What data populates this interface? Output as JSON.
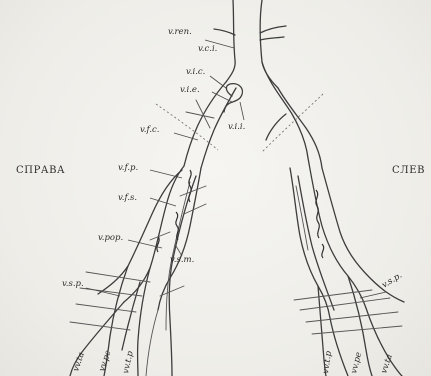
{
  "sides": {
    "right": "СПРАВА",
    "left": "СЛЕВ"
  },
  "labels": {
    "v_ren": "v.ren.",
    "v_c_i": "v.c.i.",
    "v_i_c": "v.i.c.",
    "v_i_e": "v.i.e.",
    "v_i_i": "v.i.i.",
    "v_f_c": "v.f.c.",
    "v_f_p": "v.f.p.",
    "v_f_s": "v.f.s.",
    "v_pop": "v.pop.",
    "v_s_m": "v.s.m.",
    "v_s_p_right": "v.s.p.",
    "v_s_p_left": "v.s.p.",
    "vv_tp_right": "vv.t.p",
    "vv_pe_right": "vv.pe",
    "vv_ta_right": "vv.ta",
    "vv_tp_left": "vv.t.p",
    "vv_pe_left": "vv.pe",
    "vv_ta_left": "vv.ta"
  }
}
